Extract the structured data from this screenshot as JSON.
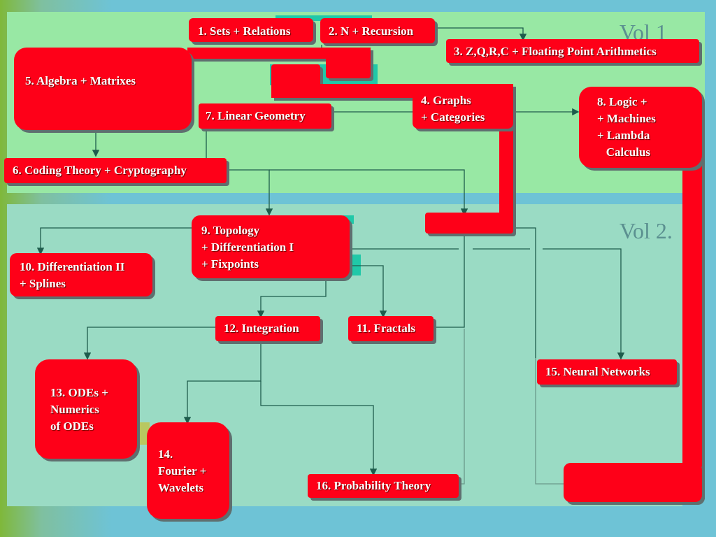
{
  "vol1_label": "Vol 1",
  "vol2_label": "Vol 2.",
  "boxes": {
    "b1": "1. Sets + Relations",
    "b2": "2. N + Recursion",
    "b3": "3. Z,Q,R,C + Floating Point Arithmetics",
    "b4": "4. Graphs\n+ Categories",
    "b5": "5. Algebra + Matrixes",
    "b6": "6. Coding Theory + Cryptography",
    "b7": "7. Linear Geometry",
    "b8": "8. Logic +\n+ Machines\n+ Lambda\n   Calculus",
    "b9": "9. Topology\n+ Differentiation I\n+ Fixpoints",
    "b10": "10. Differentiation II\n+ Splines",
    "b11": "11. Fractals",
    "b12": "12. Integration",
    "b13": "13. ODEs +\nNumerics\nof ODEs",
    "b14": "14.\nFourier +\nWavelets",
    "b15": "15. Neural Networks",
    "b16": "16. Probability Theory"
  },
  "colors": {
    "box": "#fe0018",
    "vol1_bg": "#98e8a4",
    "vol2_bg": "#9adbc4",
    "line": "#1e5c4c"
  }
}
